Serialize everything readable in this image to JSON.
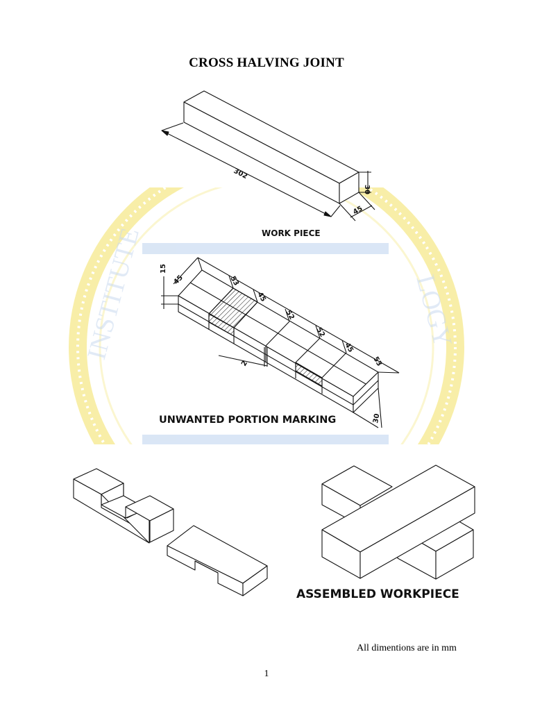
{
  "page": {
    "title": "CROSS HALVING JOINT",
    "note": "All dimentions are in mm",
    "page_number": "1"
  },
  "work_piece": {
    "caption": "WORK PIECE",
    "dims": {
      "length": "302",
      "height": "30",
      "width": "45"
    }
  },
  "marking": {
    "caption": "UNWANTED PORTION MARKING",
    "dims": {
      "depth": "15",
      "width": "45",
      "seg1": "53",
      "seg2": "45",
      "seg3": "52",
      "seg4": "52",
      "seg5": "45",
      "seg6": "53",
      "gap": "2",
      "height": "30"
    }
  },
  "assembled": {
    "caption": "ASSEMBLED WORKPIECE"
  },
  "colors": {
    "watermark": "#f7ec9a",
    "watermark_blue": "#bcd2ee",
    "line": "#111111"
  }
}
